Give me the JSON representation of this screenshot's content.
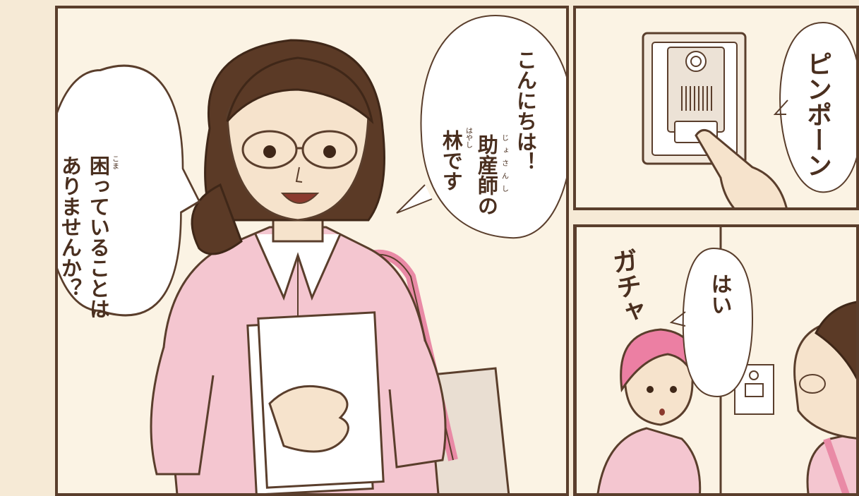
{
  "palette": {
    "ink": "#5a3e2c",
    "paper": "#fbf3e4",
    "shirt_pink": "#f4c6d0",
    "bag_strap": "#e98aa6",
    "hair": "#5b3a26",
    "skin": "#f6e3cc"
  },
  "panel_main": {
    "bubble_left": {
      "line1": "困っていることは",
      "line2": "ありませんか？",
      "ruby": "こま"
    },
    "bubble_right": {
      "line1": "こんにちは！",
      "line2": "助産師の",
      "line3": "林です",
      "ruby_josanshi": "じょさんし",
      "ruby_hayashi": "はやし"
    },
    "midwife_icon": "woman-with-glasses-icon",
    "notebook_icon": "notebook-icon"
  },
  "panel_bell": {
    "sfx": "ピンポーン",
    "intercom_icon": "intercom-doorbell-icon",
    "hand_icon": "pointing-hand-icon"
  },
  "panel_door": {
    "sfx": "ガチャ",
    "bubble": "はい",
    "mother_icon": "pink-haired-woman-icon"
  }
}
